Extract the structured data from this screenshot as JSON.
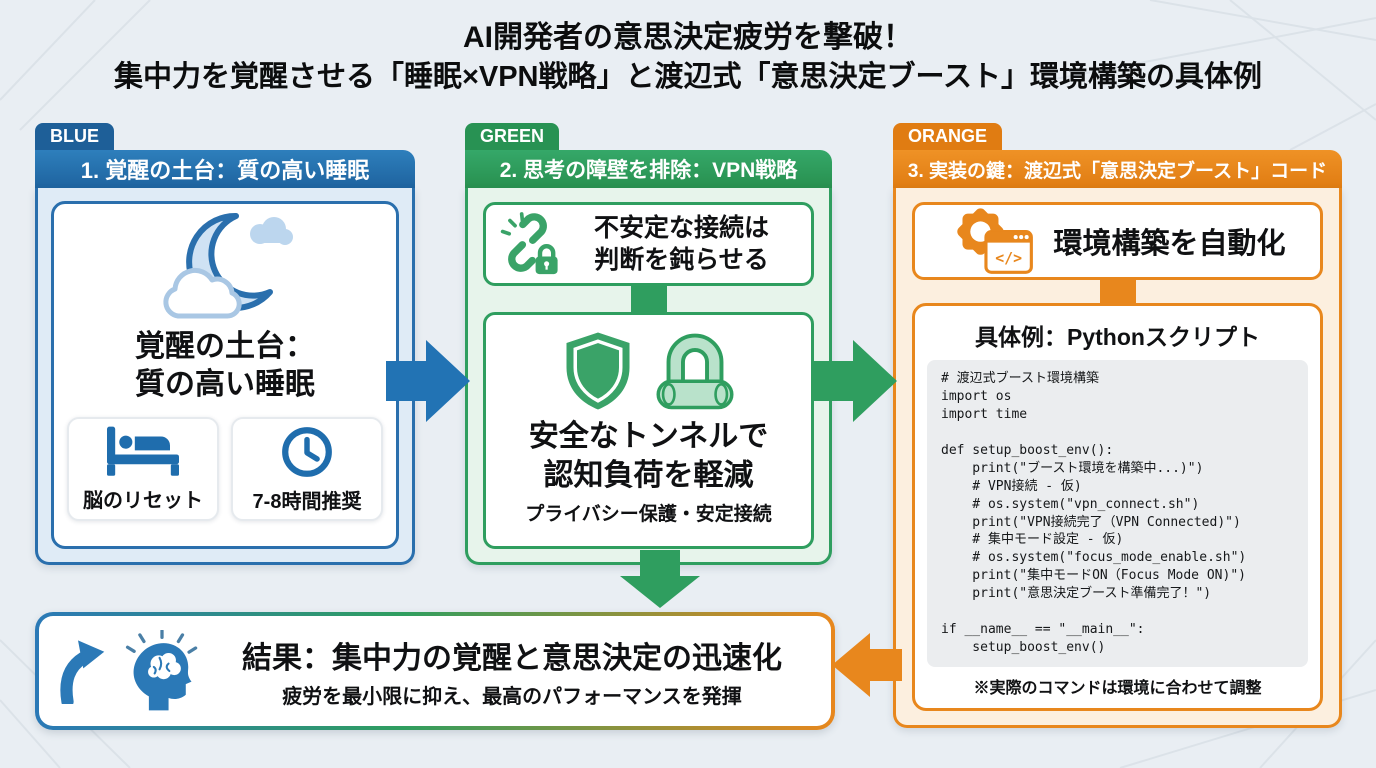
{
  "title": {
    "line1": "AI開発者の意思決定疲労を撃破！",
    "line2": "集中力を覚醒させる「睡眠×VPN戦略」と渡辺式「意思決定ブースト」環境構築の具体例"
  },
  "colors": {
    "blue": "#2273b4",
    "green": "#2f9e5f",
    "orange": "#e8871d",
    "background": "#e9eef3"
  },
  "columns": {
    "blue": {
      "tab": "BLUE",
      "header": "1. 覚醒の土台：質の高い睡眠",
      "main_icon": "moon-and-clouds-icon",
      "main_line1": "覚醒の土台：",
      "main_line2": "質の高い睡眠",
      "chips": [
        {
          "icon": "bed-icon",
          "label": "脳のリセット"
        },
        {
          "icon": "clock-icon",
          "label": "7-8時間推奨"
        }
      ]
    },
    "green": {
      "tab": "GREEN",
      "header": "2. 思考の障壁を排除：VPN戦略",
      "problem_icon": "broken-link-lock-icon",
      "problem_line1": "不安定な接続は",
      "problem_line2": "判断を鈍らせる",
      "solution_icons": [
        "shield-icon",
        "tunnel-lock-icon"
      ],
      "solution_line1": "安全なトンネルで",
      "solution_line2": "認知負荷を軽減",
      "solution_sub": "プライバシー保護・安定接続"
    },
    "orange": {
      "tab": "ORANGE",
      "header": "3. 実装の鍵：渡辺式「意思決定ブースト」コード",
      "automation_icon": "gear-code-window-icon",
      "automation_label": "環境構築を自動化",
      "code_window_glyph": "</>",
      "code_title": "具体例：Pythonスクリプト",
      "code": "# 渡辺式ブースト環境構築\nimport os\nimport time\n\ndef setup_boost_env():\n    print(\"ブースト環境を構築中...)\")\n    # VPN接続 - 仮)\n    # os.system(\"vpn_connect.sh\")\n    print(\"VPN接続完了（VPN Connected)\")\n    # 集中モード設定 - 仮)\n    # os.system(\"focus_mode_enable.sh\")\n    print(\"集中モードON（Focus Mode ON)\")\n    print(\"意思決定ブースト準備完了！\")\n\nif __name__ == \"__main__\":\n    setup_boost_env()",
      "code_note": "※実際のコマンドは環境に合わせて調整"
    }
  },
  "result": {
    "icons": [
      "up-arrow-icon",
      "head-brain-icon"
    ],
    "title": "結果：集中力の覚醒と意思決定の迅速化",
    "subtitle": "疲労を最小限に抑え、最高のパフォーマンスを発揮"
  }
}
